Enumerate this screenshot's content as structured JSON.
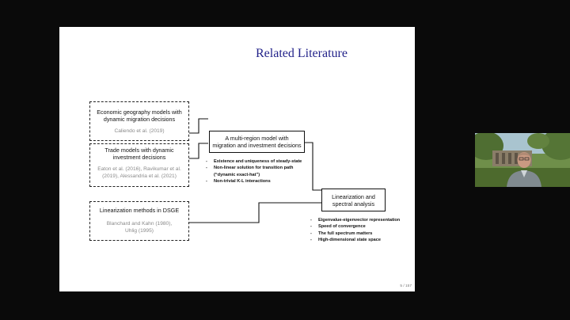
{
  "slide": {
    "title": "Related Literature",
    "page_number": "5 / 157",
    "boxes": {
      "econ_geo": {
        "label_lines": [
          "Economic geography models with",
          "dynamic migration decisions"
        ],
        "citations": [
          "Caliendo et al. (2019)"
        ]
      },
      "trade": {
        "label_lines": [
          "Trade models with dynamic",
          "investment decisions"
        ],
        "citations": [
          "Eaton et al. (2016), Ravikumar et al.",
          "(2019), Alessandria et al. (2021)"
        ]
      },
      "linearization_methods": {
        "label_lines": [
          "Linearization methods in DSGE"
        ],
        "citations": [
          "Blanchard and Kahn (1980),",
          "Uhlig (1995)"
        ]
      },
      "multi_region": {
        "label_lines": [
          "A multi-region model with",
          "migration and investment decisions"
        ]
      },
      "linearization_analysis": {
        "label_lines": [
          "Linearization and",
          "spectral analysis"
        ]
      }
    },
    "bullets_model": [
      {
        "line1": "Existence and uniqueness of steady-state",
        "line2": ""
      },
      {
        "line1": "Non-linear solution for transition path",
        "line2": "(“dynamic exact-hat”)"
      },
      {
        "line1": "Non-trivial K-L interactions",
        "line2": ""
      }
    ],
    "bullets_analysis": [
      "Eigenvalue-eigenvector representation",
      "Speed of convergence",
      "The full spectrum matters",
      "High-dimensional state space"
    ]
  },
  "video": {
    "participant": "webcam-speaker"
  },
  "colors": {
    "background": "#0a0a0a",
    "slide": "#ffffff",
    "title": "#23238a",
    "citation": "#8a8a8a"
  }
}
